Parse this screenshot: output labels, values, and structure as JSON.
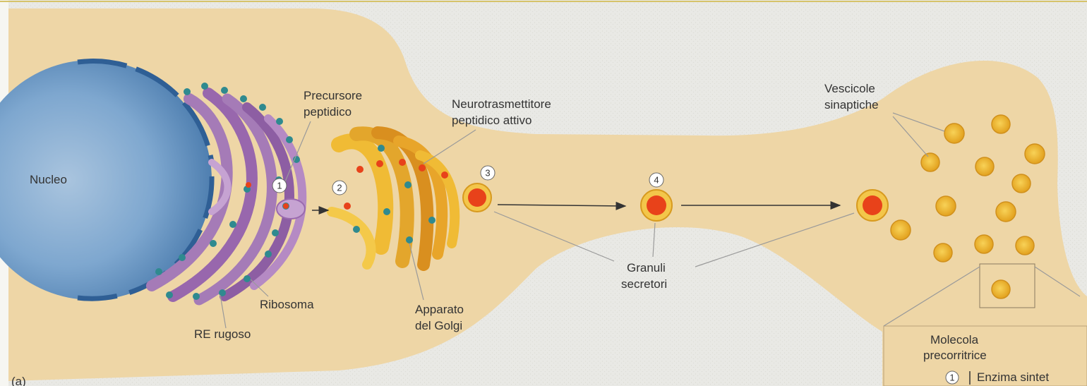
{
  "labels": {
    "nucleus": "Nucleo",
    "peptide_precursor": [
      "Precursore",
      "peptidico"
    ],
    "active_neurotransmitter": [
      "Neurotrasmettitore",
      "peptidico attivo"
    ],
    "synaptic_vesicles": [
      "Vescicole",
      "sinaptiche"
    ],
    "ribosome": "Ribosoma",
    "rough_er": "RE rugoso",
    "golgi": [
      "Apparato",
      "del Golgi"
    ],
    "secretory_granules": [
      "Granuli",
      "secretori"
    ],
    "inset_molecule": [
      "Molecola",
      "precorritrice"
    ],
    "inset_enzyme": "Enzima sintet",
    "panel_letter": "(a)"
  },
  "steps": [
    "1",
    "2",
    "3",
    "4"
  ],
  "inset_step": "1",
  "colors": {
    "cytoplasm": "#eed6a6",
    "background": "#e8e8e4",
    "nucleus": "#5f8fbd",
    "er": "#9a6aae",
    "golgi": "#e3a62c",
    "granule_core": "#e8421a",
    "vesicle": "#f2b92a",
    "ribosome": "#2f8a8f"
  }
}
